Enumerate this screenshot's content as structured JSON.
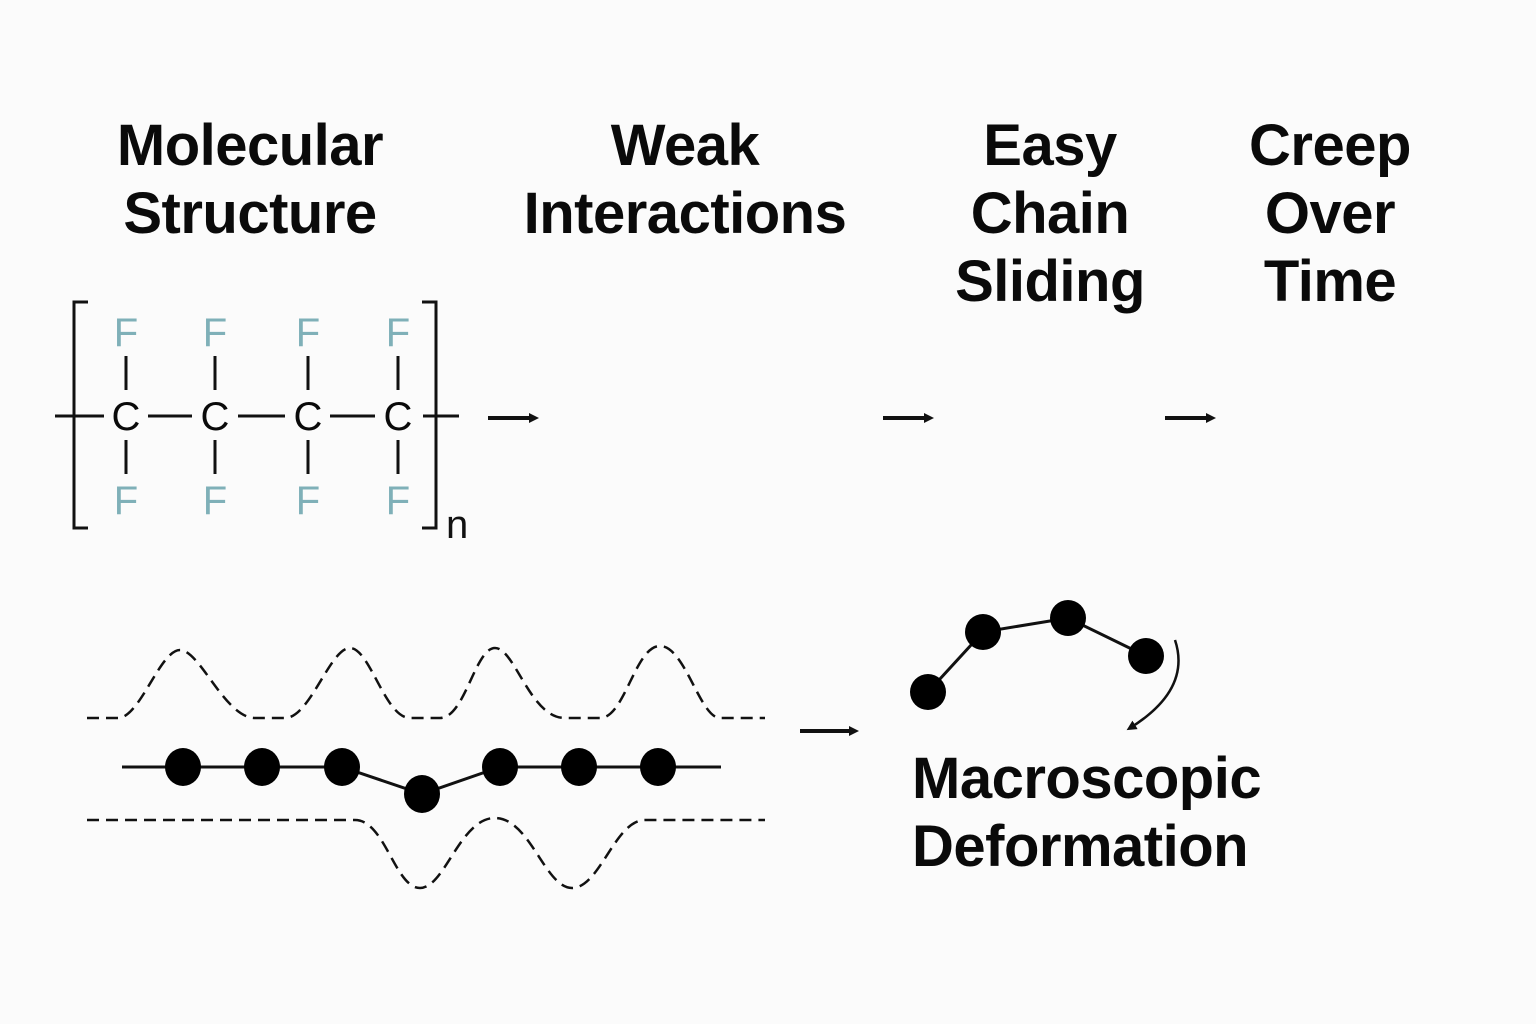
{
  "labels": {
    "molecular_structure": [
      "Molecular",
      "Structure"
    ],
    "weak_interactions": [
      "Weak",
      "Interactions"
    ],
    "easy_chain_sliding": [
      "Easy",
      "Chain",
      "Sliding"
    ],
    "creep_over_time": [
      "Creep",
      "Over",
      "Time"
    ],
    "macroscopic_deformation": [
      "Macroscopic",
      "Deformation"
    ]
  },
  "structure": {
    "backbone_atoms": [
      "C",
      "C",
      "C",
      "C"
    ],
    "substituent_top": [
      "F",
      "F",
      "F",
      "F"
    ],
    "substituent_bottom": [
      "F",
      "F",
      "F",
      "F"
    ],
    "repeat_subscript": "n"
  },
  "colors": {
    "text": "#0a0a0a",
    "fluorine": "#7fb0b8",
    "line": "#111111"
  },
  "flow_arrows": [
    "arrow-1",
    "arrow-2",
    "arrow-3",
    "arrow-4"
  ]
}
